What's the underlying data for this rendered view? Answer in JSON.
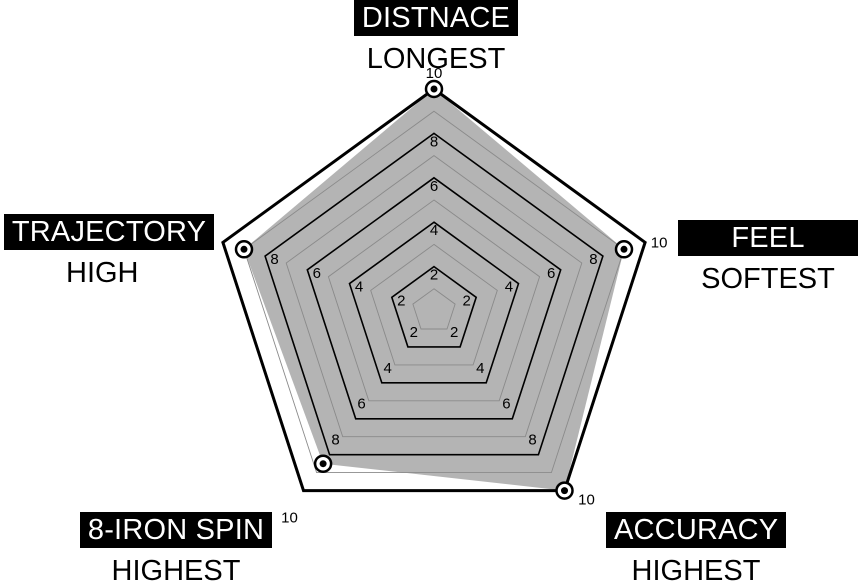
{
  "chart_data": {
    "type": "radar",
    "axes": [
      {
        "label": "DISTNACE",
        "sublabel": "LONGEST",
        "value": 10
      },
      {
        "label": "FEEL",
        "sublabel": "SOFTEST",
        "value": 9
      },
      {
        "label": "ACCURACY",
        "sublabel": "HIGHEST",
        "value": 10
      },
      {
        "label": "8-IRON SPIN",
        "sublabel": "HIGHEST",
        "value": 8.5
      },
      {
        "label": "TRAJECTORY",
        "sublabel": "HIGH",
        "value": 9
      }
    ],
    "range": [
      0,
      10
    ],
    "ring_levels": [
      2,
      4,
      6,
      8,
      10
    ],
    "tick_labels": [
      "2",
      "4",
      "6",
      "8",
      "10"
    ],
    "colors": {
      "fill": "#b4b4b4",
      "ring": "#000000",
      "marker": "#000000"
    }
  }
}
